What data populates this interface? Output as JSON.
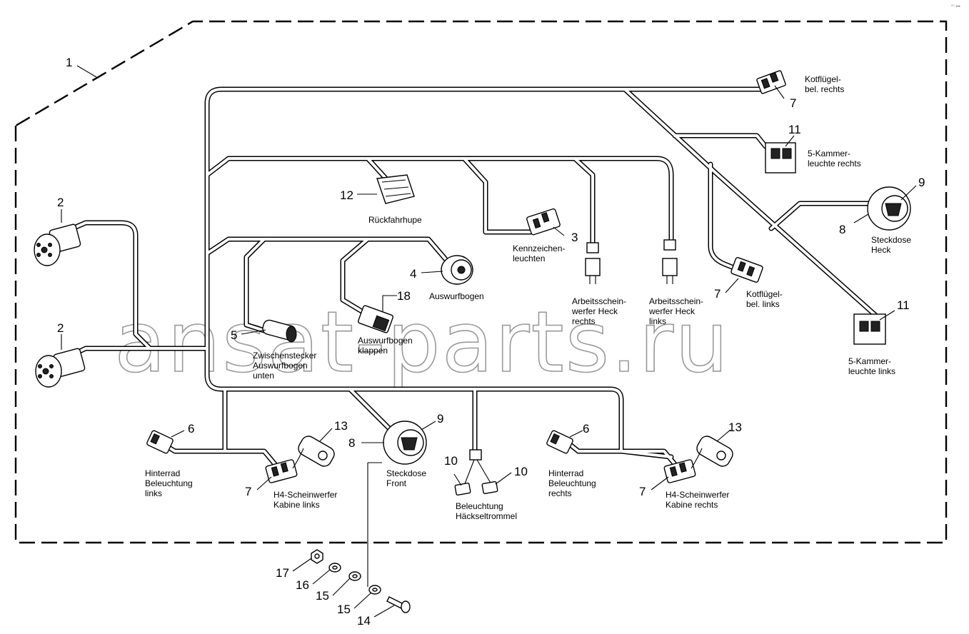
{
  "watermark": "ansat-parts.ru",
  "corner_mark": "°° •••",
  "numbers": {
    "n1": "1",
    "n2a": "2",
    "n2b": "2",
    "n3": "3",
    "n4": "4",
    "n5": "5",
    "n6a": "6",
    "n6b": "6",
    "n7a": "7",
    "n7b": "7",
    "n7c": "7",
    "n7d": "7",
    "n8a": "8",
    "n8b": "8",
    "n9a": "9",
    "n9b": "9",
    "n10a": "10",
    "n10b": "10",
    "n11a": "11",
    "n11b": "11",
    "n12": "12",
    "n13a": "13",
    "n13b": "13",
    "n14": "14",
    "n15a": "15",
    "n15b": "15",
    "n16": "16",
    "n17": "17",
    "n18": "18"
  },
  "labels": {
    "kotfluegel_rechts": [
      "Kotflügel-",
      "bel. rechts"
    ],
    "kammer_rechts": [
      "5-Kammer-",
      "leuchte rechts"
    ],
    "rueckfahrhupe": [
      "Rückfahrhupe"
    ],
    "steckdose_heck": [
      "Steckdose",
      "Heck"
    ],
    "kennzeichen": [
      "Kennzeichen-",
      "leuchten"
    ],
    "auswurfbogen": [
      "Auswurfbogen"
    ],
    "arbeits_rechts": [
      "Arbeitsschein-",
      "werfer Heck",
      "rechts"
    ],
    "arbeits_links": [
      "Arbeitsschein-",
      "werfer Heck",
      "links"
    ],
    "kotfluegel_links": [
      "Kotflügel-",
      "bel. links"
    ],
    "kammer_links": [
      "5-Kammer-",
      "leuchte links"
    ],
    "zwischenstecker": [
      "Zwischenstecker",
      "Auswurfbogen",
      "unten"
    ],
    "auswurfbogen_klappen": [
      "Auswurfbogen",
      "klappen"
    ],
    "hinterrad_links": [
      "Hinterrad",
      "Beleuchtung",
      "links"
    ],
    "h4_links": [
      "H4-Scheinwerfer",
      "Kabine links"
    ],
    "steckdose_front": [
      "Steckdose",
      "Front"
    ],
    "beleuchtung_haeckseltrommel": [
      "Beleuchtung",
      "Häckseltrommel"
    ],
    "hinterrad_rechts": [
      "Hinterrad",
      "Beleuchtung",
      "rechts"
    ],
    "h4_rechts": [
      "H4-Scheinwerfer",
      "Kabine rechts"
    ]
  }
}
